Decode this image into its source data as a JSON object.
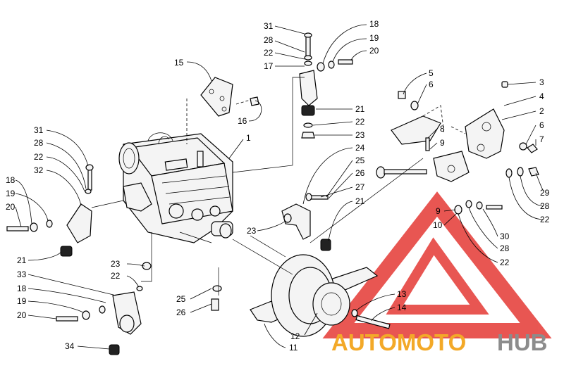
{
  "watermark": {
    "text_part1": "AUTOMOTO",
    "text_part2": "HUB",
    "color_primary": "#f3a928",
    "color_secondary": "#8c8c8c",
    "logo_color": "#e53935"
  },
  "callouts": [
    {
      "id": "c1",
      "label": "31"
    },
    {
      "id": "c2",
      "label": "28"
    },
    {
      "id": "c3",
      "label": "22"
    },
    {
      "id": "c4",
      "label": "17"
    },
    {
      "id": "c5",
      "label": "18"
    },
    {
      "id": "c6",
      "label": "19"
    },
    {
      "id": "c7",
      "label": "20"
    },
    {
      "id": "c8",
      "label": "15"
    },
    {
      "id": "c9",
      "label": "16"
    },
    {
      "id": "c10",
      "label": "1"
    },
    {
      "id": "c11",
      "label": "21"
    },
    {
      "id": "c12",
      "label": "22"
    },
    {
      "id": "c13",
      "label": "23"
    },
    {
      "id": "c14",
      "label": "24"
    },
    {
      "id": "c15",
      "label": "25"
    },
    {
      "id": "c16",
      "label": "26"
    },
    {
      "id": "c17",
      "label": "27"
    },
    {
      "id": "c18",
      "label": "21"
    },
    {
      "id": "c19",
      "label": "23"
    },
    {
      "id": "c20",
      "label": "5"
    },
    {
      "id": "c21",
      "label": "6"
    },
    {
      "id": "c22",
      "label": "3"
    },
    {
      "id": "c23",
      "label": "4"
    },
    {
      "id": "c24",
      "label": "2"
    },
    {
      "id": "c25",
      "label": "6"
    },
    {
      "id": "c26",
      "label": "7"
    },
    {
      "id": "c27",
      "label": "8"
    },
    {
      "id": "c28",
      "label": "9"
    },
    {
      "id": "c29",
      "label": "29"
    },
    {
      "id": "c30",
      "label": "28"
    },
    {
      "id": "c31",
      "label": "22"
    },
    {
      "id": "c32",
      "label": "9"
    },
    {
      "id": "c33",
      "label": "10"
    },
    {
      "id": "c34",
      "label": "30"
    },
    {
      "id": "c35",
      "label": "28"
    },
    {
      "id": "c36",
      "label": "22"
    },
    {
      "id": "c37",
      "label": "31"
    },
    {
      "id": "c38",
      "label": "28"
    },
    {
      "id": "c39",
      "label": "22"
    },
    {
      "id": "c40",
      "label": "32"
    },
    {
      "id": "c41",
      "label": "18"
    },
    {
      "id": "c42",
      "label": "19"
    },
    {
      "id": "c43",
      "label": "20"
    },
    {
      "id": "c44",
      "label": "21"
    },
    {
      "id": "c45",
      "label": "23"
    },
    {
      "id": "c46",
      "label": "22"
    },
    {
      "id": "c47",
      "label": "33"
    },
    {
      "id": "c48",
      "label": "18"
    },
    {
      "id": "c49",
      "label": "19"
    },
    {
      "id": "c50",
      "label": "20"
    },
    {
      "id": "c51",
      "label": "34"
    },
    {
      "id": "c52",
      "label": "25"
    },
    {
      "id": "c53",
      "label": "26"
    },
    {
      "id": "c54",
      "label": "13"
    },
    {
      "id": "c55",
      "label": "14"
    },
    {
      "id": "c56",
      "label": "12"
    },
    {
      "id": "c57",
      "label": "11"
    }
  ]
}
